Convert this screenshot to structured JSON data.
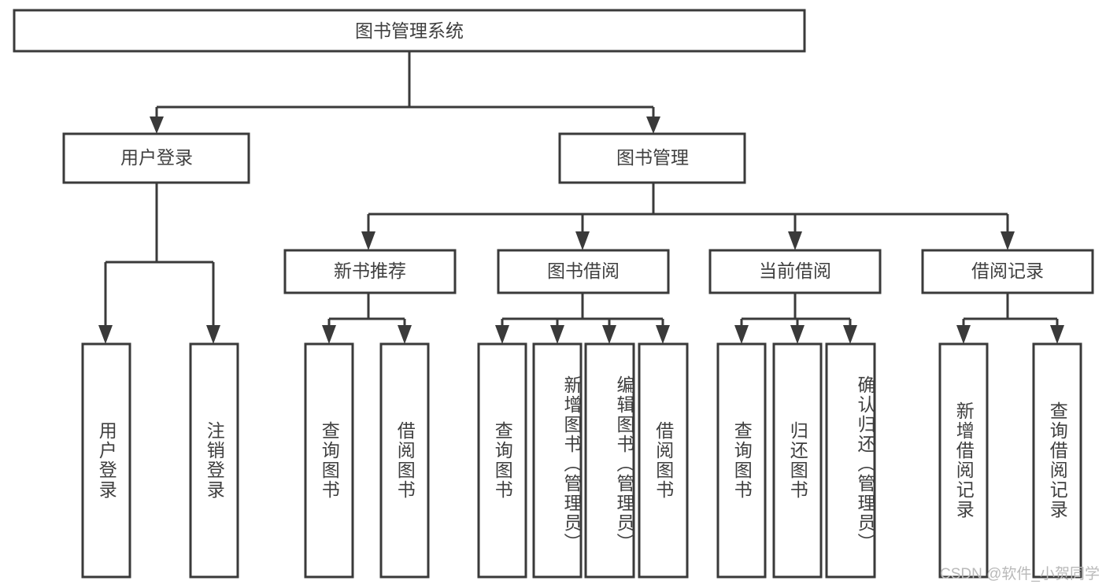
{
  "diagram": {
    "title": "图书管理系统",
    "type": "tree",
    "orientation": "top-down",
    "colors": {
      "stroke": "#3a3a3a",
      "fill": "#ffffff",
      "text": "#3f3f3f",
      "watermark": "#b9b9b9"
    },
    "root": {
      "id": "root",
      "label": "图书管理系统"
    },
    "level1": [
      {
        "id": "user-login",
        "label": "用户登录"
      },
      {
        "id": "book-management",
        "label": "图书管理"
      }
    ],
    "level2": [
      {
        "id": "new-book-recommend",
        "label": "新书推荐",
        "parent": "book-management"
      },
      {
        "id": "book-borrow",
        "label": "图书借阅",
        "parent": "book-management"
      },
      {
        "id": "current-borrow",
        "label": "当前借阅",
        "parent": "book-management"
      },
      {
        "id": "borrow-record",
        "label": "借阅记录",
        "parent": "book-management"
      }
    ],
    "leaves": [
      {
        "id": "leaf-user-login",
        "label": "用户登录",
        "parent": "user-login"
      },
      {
        "id": "leaf-logout",
        "label": "注销登录",
        "parent": "user-login"
      },
      {
        "id": "leaf-query-book-1",
        "label": "查询图书",
        "parent": "new-book-recommend"
      },
      {
        "id": "leaf-borrow-book-1",
        "label": "借阅图书",
        "parent": "new-book-recommend"
      },
      {
        "id": "leaf-query-book-2",
        "label": "查询图书",
        "parent": "book-borrow"
      },
      {
        "id": "leaf-add-book",
        "label": "新增图书（管理员）",
        "parent": "book-borrow"
      },
      {
        "id": "leaf-edit-book",
        "label": "编辑图书（管理员）",
        "parent": "book-borrow"
      },
      {
        "id": "leaf-borrow-book-2",
        "label": "借阅图书",
        "parent": "book-borrow"
      },
      {
        "id": "leaf-query-book-3",
        "label": "查询图书",
        "parent": "current-borrow"
      },
      {
        "id": "leaf-return-book",
        "label": "归还图书",
        "parent": "current-borrow"
      },
      {
        "id": "leaf-confirm-return",
        "label": "确认归还（管理员）",
        "parent": "current-borrow"
      },
      {
        "id": "leaf-add-record",
        "label": "新增借阅记录",
        "parent": "borrow-record"
      },
      {
        "id": "leaf-query-record",
        "label": "查询借阅记录",
        "parent": "borrow-record"
      }
    ]
  },
  "watermark": {
    "text": "CSDN @软件_小贺同学"
  }
}
